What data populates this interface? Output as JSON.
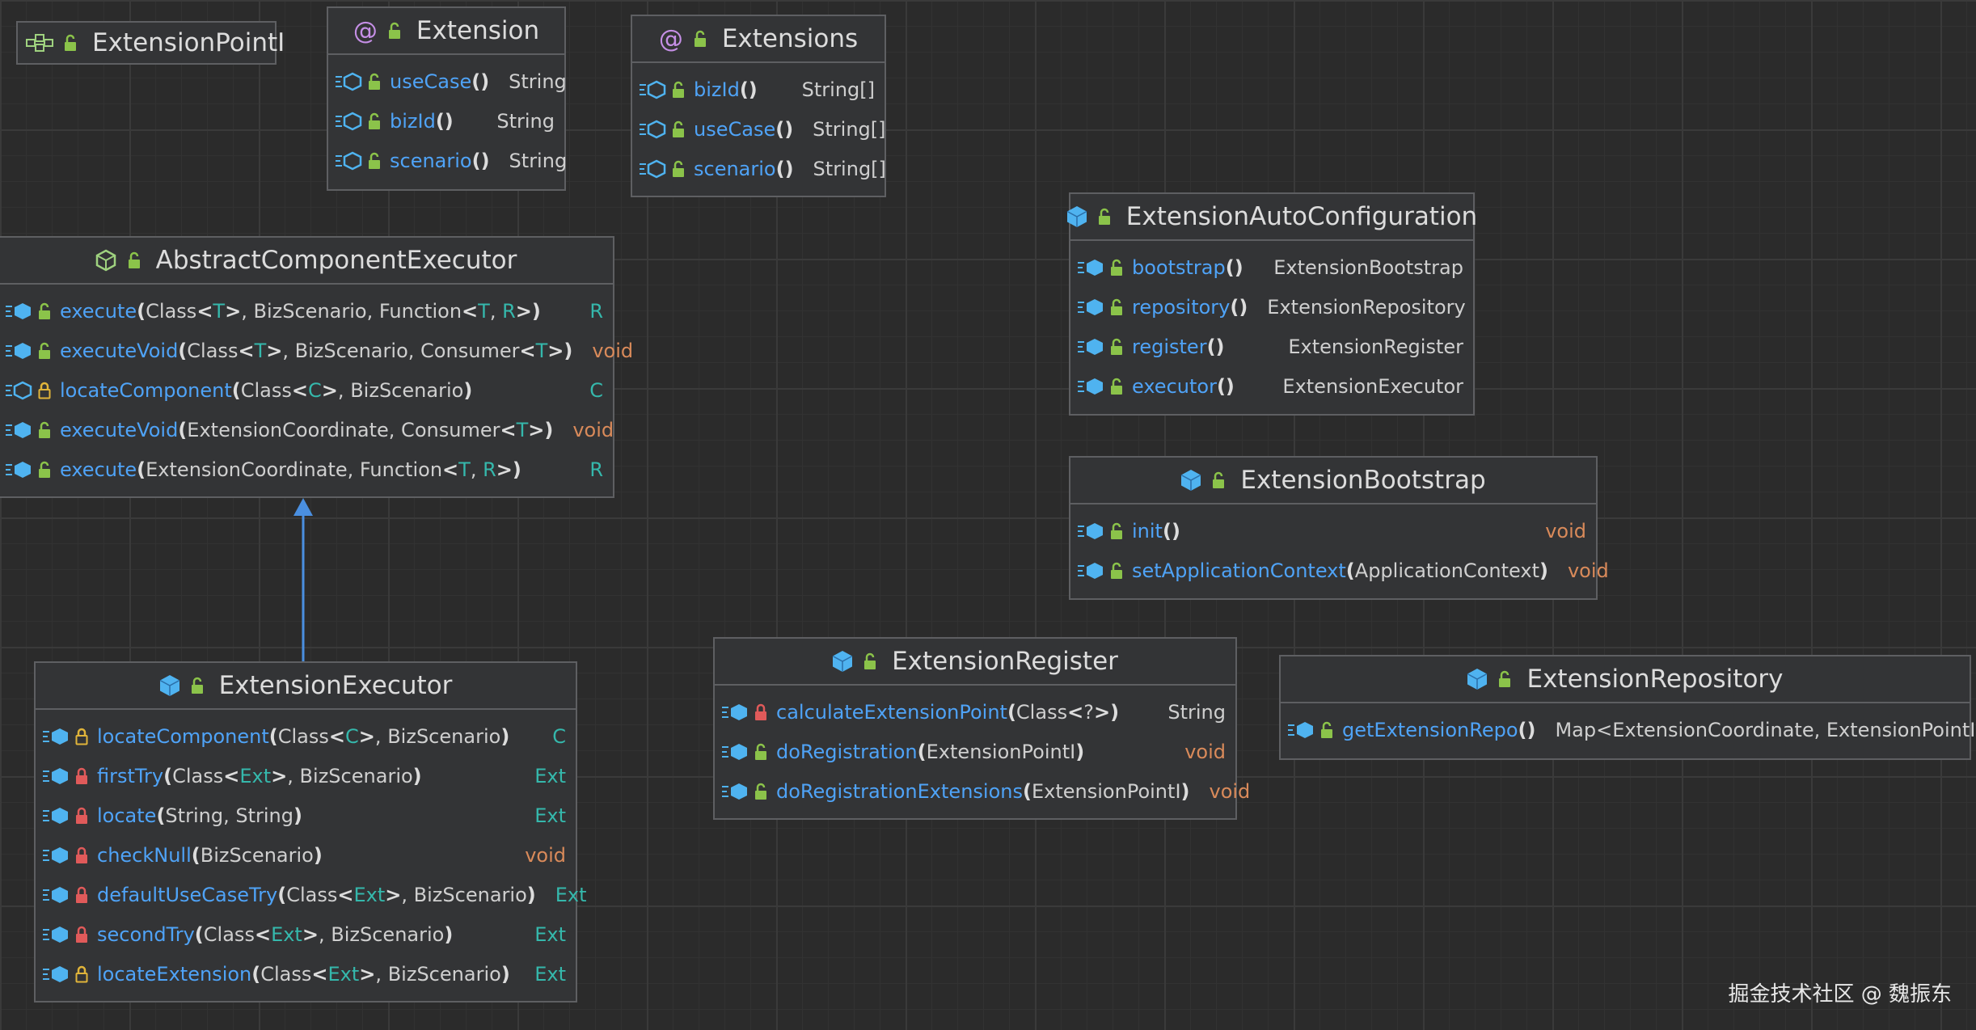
{
  "colors": {
    "method": "#4fa3f7",
    "generic": "#35b8ac",
    "void": "#d98a5a",
    "class_icon": "#4fb3f0",
    "annotation": "#c58fe6",
    "interface": "#9fd27f",
    "lock_open": "#8bc34a",
    "lock_closed": "#e05a5a",
    "lock_protected": "#e0b43a"
  },
  "nodes": {
    "extension_point": {
      "title": "ExtensionPointI",
      "kind": "interface-icon"
    },
    "extension": {
      "title": "Extension",
      "kind": "annotation-icon",
      "rows": [
        {
          "name": "useCase",
          "params": "()",
          "ret": "String"
        },
        {
          "name": "bizId",
          "params": "()",
          "ret": "String"
        },
        {
          "name": "scenario",
          "params": "()",
          "ret": "String"
        }
      ]
    },
    "extensions": {
      "title": "Extensions",
      "kind": "annotation-icon",
      "rows": [
        {
          "name": "bizId",
          "params": "()",
          "ret": "String[]"
        },
        {
          "name": "useCase",
          "params": "()",
          "ret": "String[]"
        },
        {
          "name": "scenario",
          "params": "()",
          "ret": "String[]"
        }
      ]
    },
    "abstract_executor": {
      "title": "AbstractComponentExecutor",
      "kind": "abstract-class-icon"
    },
    "auto_config": {
      "title": "ExtensionAutoConfiguration",
      "kind": "class-icon",
      "rows": [
        {
          "name": "bootstrap",
          "params": "()",
          "ret": "ExtensionBootstrap"
        },
        {
          "name": "repository",
          "params": "()",
          "ret": "ExtensionRepository"
        },
        {
          "name": "register",
          "params": "()",
          "ret": "ExtensionRegister"
        },
        {
          "name": "executor",
          "params": "()",
          "ret": "ExtensionExecutor"
        }
      ]
    },
    "bootstrap": {
      "title": "ExtensionBootstrap",
      "kind": "class-icon",
      "rows": [
        {
          "name": "init",
          "params": "()",
          "ret": "void"
        },
        {
          "name": "setApplicationContext",
          "params": "(ApplicationContext)",
          "ret": "void"
        }
      ]
    },
    "executor": {
      "title": "ExtensionExecutor",
      "kind": "class-icon"
    },
    "register": {
      "title": "ExtensionRegister",
      "kind": "class-icon",
      "rows": [
        {
          "name": "calculateExtensionPoint",
          "params": "(Class<?>)",
          "ret": "String"
        },
        {
          "name": "doRegistration",
          "params": "(ExtensionPointI)",
          "ret": "void"
        },
        {
          "name": "doRegistrationExtensions",
          "params": "(ExtensionPointI)",
          "ret": "void"
        }
      ]
    },
    "repository": {
      "title": "ExtensionRepository",
      "kind": "class-icon",
      "rows": [
        {
          "name": "getExtensionRepo",
          "params": "()",
          "ret": "Map<ExtensionCoordinate, ExtensionPointI>"
        }
      ]
    }
  },
  "abstract_rows": [
    {
      "name": "execute",
      "ret": "R",
      "parts": [
        "(Class<",
        "T",
        ">, BizScenario, Function<",
        "T",
        ", ",
        "R",
        ">)"
      ]
    },
    {
      "name": "executeVoid",
      "ret": "void",
      "parts": [
        "(Class<",
        "T",
        ">, BizScenario, Consumer<",
        "T",
        ">)"
      ]
    },
    {
      "name": "locateComponent",
      "ret": "C",
      "parts": [
        "(Class<",
        "C",
        ">, BizScenario)"
      ]
    },
    {
      "name": "executeVoid",
      "ret": "void",
      "parts": [
        "(ExtensionCoordinate, Consumer<",
        "T",
        ">)"
      ]
    },
    {
      "name": "execute",
      "ret": "R",
      "parts": [
        "(ExtensionCoordinate, Function<",
        "T",
        ", ",
        "R",
        ">)"
      ]
    }
  ],
  "executor_rows": [
    {
      "name": "locateComponent",
      "ret": "C",
      "parts": [
        "(Class<",
        "C",
        ">, BizScenario)"
      ]
    },
    {
      "name": "firstTry",
      "ret": "Ext",
      "parts": [
        "(Class<",
        "Ext",
        ">, BizScenario)"
      ]
    },
    {
      "name": "locate",
      "ret": "Ext",
      "parts": [
        "(String, String)"
      ]
    },
    {
      "name": "checkNull",
      "ret": "void",
      "parts": [
        "(BizScenario)"
      ]
    },
    {
      "name": "defaultUseCaseTry",
      "ret": "Ext",
      "parts": [
        "(Class<",
        "Ext",
        ">, BizScenario)"
      ]
    },
    {
      "name": "secondTry",
      "ret": "Ext",
      "parts": [
        "(Class<",
        "Ext",
        ">, BizScenario)"
      ]
    },
    {
      "name": "locateExtension",
      "ret": "Ext",
      "parts": [
        "(Class<",
        "Ext",
        ">, BizScenario)"
      ]
    }
  ],
  "watermark": "掘金技术社区 @ 魏振东"
}
